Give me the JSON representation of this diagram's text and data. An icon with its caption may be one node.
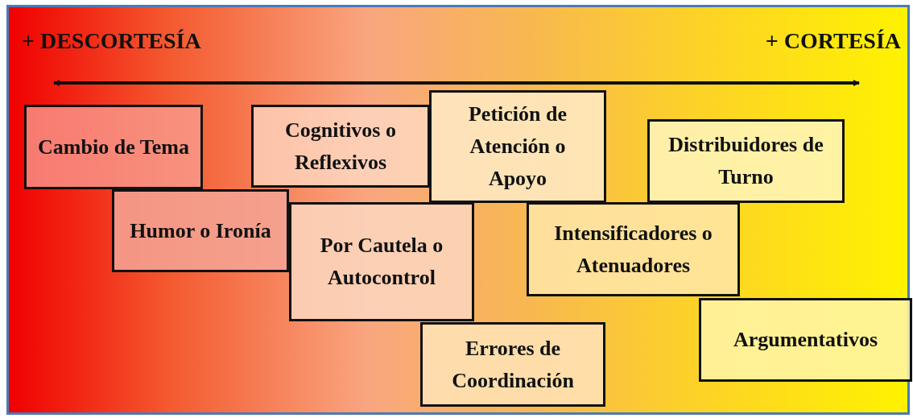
{
  "diagram": {
    "nodes": [
      {
        "text": [
          "Cambio de Tema"
        ]
      },
      {
        "text": [
          "Cognitivos o Reflexivos"
        ]
      },
      {
        "text": [
          "Petición de Atención o Apoyo"
        ]
      },
      {
        "text": [
          "Distribuidores de Turno"
        ]
      },
      {
        "text": [
          "Humor o Ironía"
        ]
      },
      {
        "text": [
          "Por Cautela o Autocontrol"
        ]
      },
      {
        "text": [
          "Intensificadores o Atenuadores"
        ]
      },
      {
        "text": [
          "Argumentativos"
        ]
      },
      {
        "text": [
          "Errores de Coordinación"
        ]
      }
    ],
    "edges": [],
    "labels": [
      "+ DESCORTESÍA",
      "+ CORTESÍA"
    ]
  }
}
